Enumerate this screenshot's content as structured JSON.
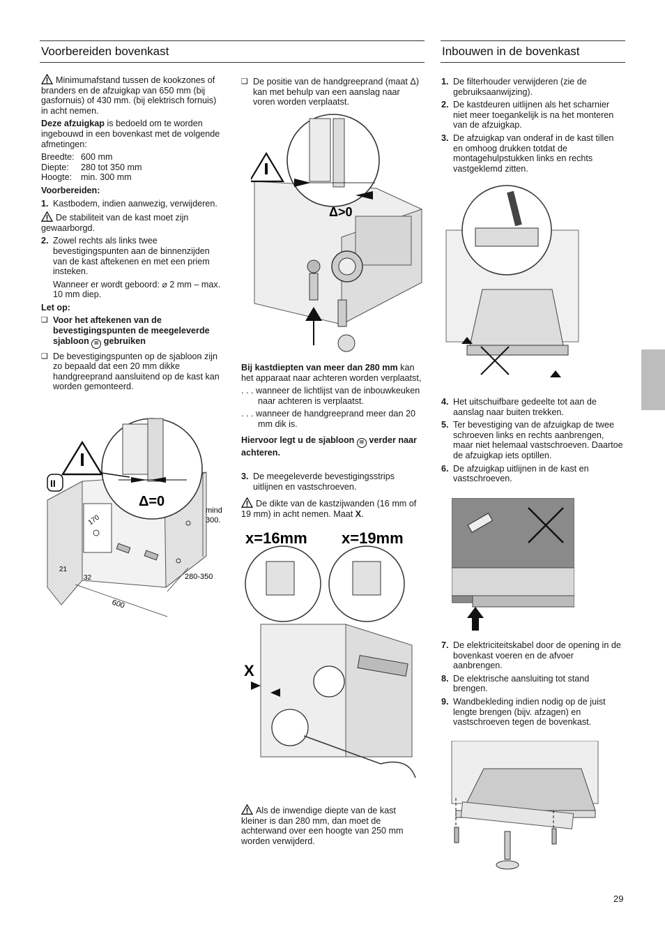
{
  "left_header": "Voorbereiden bovenkast",
  "right_header": "Inbouwen in de bovenkast",
  "col1": {
    "warn1": "Minimumafstand tussen de kookzones of branders en de afzuigkap van 650 mm (bij gasfornuis) of 430 mm. (bij elektrisch fornuis) in acht nemen.",
    "intro_bold": "Deze afzuigkap",
    "intro_rest": " is bedoeld om te worden ingebouwd in een bovenkast met de volgende afmetingen:",
    "dims": [
      {
        "label": "Breedte:",
        "value": "600 mm"
      },
      {
        "label": "Diepte:",
        "value": "280 tot 350 mm"
      },
      {
        "label": "Hoogte:",
        "value": "min. 300 mm"
      }
    ],
    "prep_title": "Voorbereiden:",
    "step1_num": "1.",
    "step1": "Kastbodem, indien aanwezig, verwijderen.",
    "warn2": "De stabiliteit van de kast moet zijn gewaarborgd.",
    "step2_num": "2.",
    "step2": "Zowel rechts als links twee bevestigingspunten aan de binnenzijden van de kast aftekenen en met een priem insteken.",
    "step2_sub": "Wanneer er wordt geboord: ⌀ 2 mm – max. 10 mm diep.",
    "letop": "Let op:",
    "check1_a": "Voor het aftekenen van de bevestigingspunten de meegeleverde sjabloon ",
    "check1_mark": "III",
    "check1_b": " gebruiken",
    "check1_end": ".",
    "check2": "De bevestigingspunten op de sjabloon zijn zo bepaald dat een 20 mm dikke handgreeprand aansluitend op de kast kan worden gemonteerd.",
    "fig_labels": {
      "delta0": "Δ=0",
      "roman": "II",
      "mind": "mind",
      "mind_val": "300.",
      "d170": "170",
      "d21": "21",
      "d32": "32",
      "d600": "600",
      "d280": "280-350"
    }
  },
  "col2": {
    "check3": "De positie van de handgreeprand (maat Δ) kan met behulp van een aanslag naar voren worden verplaatst.",
    "fig_label_delta": "Δ>0",
    "deep_bold": "Bij kastdiepten van meer dan 280 mm",
    "deep_rest": " kan het apparaat naar achteren worden verplaatst,",
    "dots1": ". . . wanneer de lichtlijst van de inbouwkeuken naar achteren is verplaatst.",
    "dots2": ". . . wanneer de handgreeprand meer dan 20 mm dik is.",
    "hier_a": "Hiervoor legt u de sjabloon ",
    "hier_mark": "III",
    "hier_b": " verder naar achteren.",
    "step3_num": "3.",
    "step3": "De meegeleverde bevestigingsstrips uitlijnen en vastschroeven.",
    "warn3_a": "De dikte van de kastzijwanden (16 mm of 19 mm) in acht nemen. Maat ",
    "warn3_b": "X",
    "warn3_c": ".",
    "x16": "x=16mm",
    "x19": "x=19mm",
    "xlabel": "X",
    "warn4": "Als de inwendige diepte van de kast kleiner is dan 280 mm, dan moet de achterwand over een hoogte van 250 mm worden verwijderd."
  },
  "col3": {
    "steps_a": [
      {
        "n": "1.",
        "t": "De filterhouder verwijderen (zie de gebruiksaanwijzing)."
      },
      {
        "n": "2.",
        "t": "De kastdeuren uitlijnen als het scharnier niet meer toegankelijk is na het monteren van de afzuigkap."
      },
      {
        "n": "3.",
        "t": "De afzuigkap van onderaf in de kast tillen en omhoog drukken totdat de montagehulpstukken links en rechts vastgeklemd zitten."
      }
    ],
    "steps_b": [
      {
        "n": "4.",
        "t": "Het uitschuifbare gedeelte tot aan de aanslag naar buiten trekken."
      },
      {
        "n": "5.",
        "t": "Ter bevestiging van de afzuigkap de twee schroeven links en rechts aanbrengen, maar niet helemaal vastschroeven. Daartoe de afzuigkap iets optillen."
      },
      {
        "n": "6.",
        "t": "De afzuigkap uitlijnen in de kast en vastschroeven."
      }
    ],
    "steps_c": [
      {
        "n": "7.",
        "t": "De elektriciteitskabel door de opening in de bovenkast voeren en de afvoer aanbrengen."
      },
      {
        "n": "8.",
        "t": "De elektrische aansluiting tot stand brengen."
      },
      {
        "n": "9.",
        "t": "Wandbekleding indien nodig op de juist lengte brengen (bijv. afzagen) en vastschroeven tegen de bovenkast."
      }
    ]
  },
  "page_number": "29"
}
